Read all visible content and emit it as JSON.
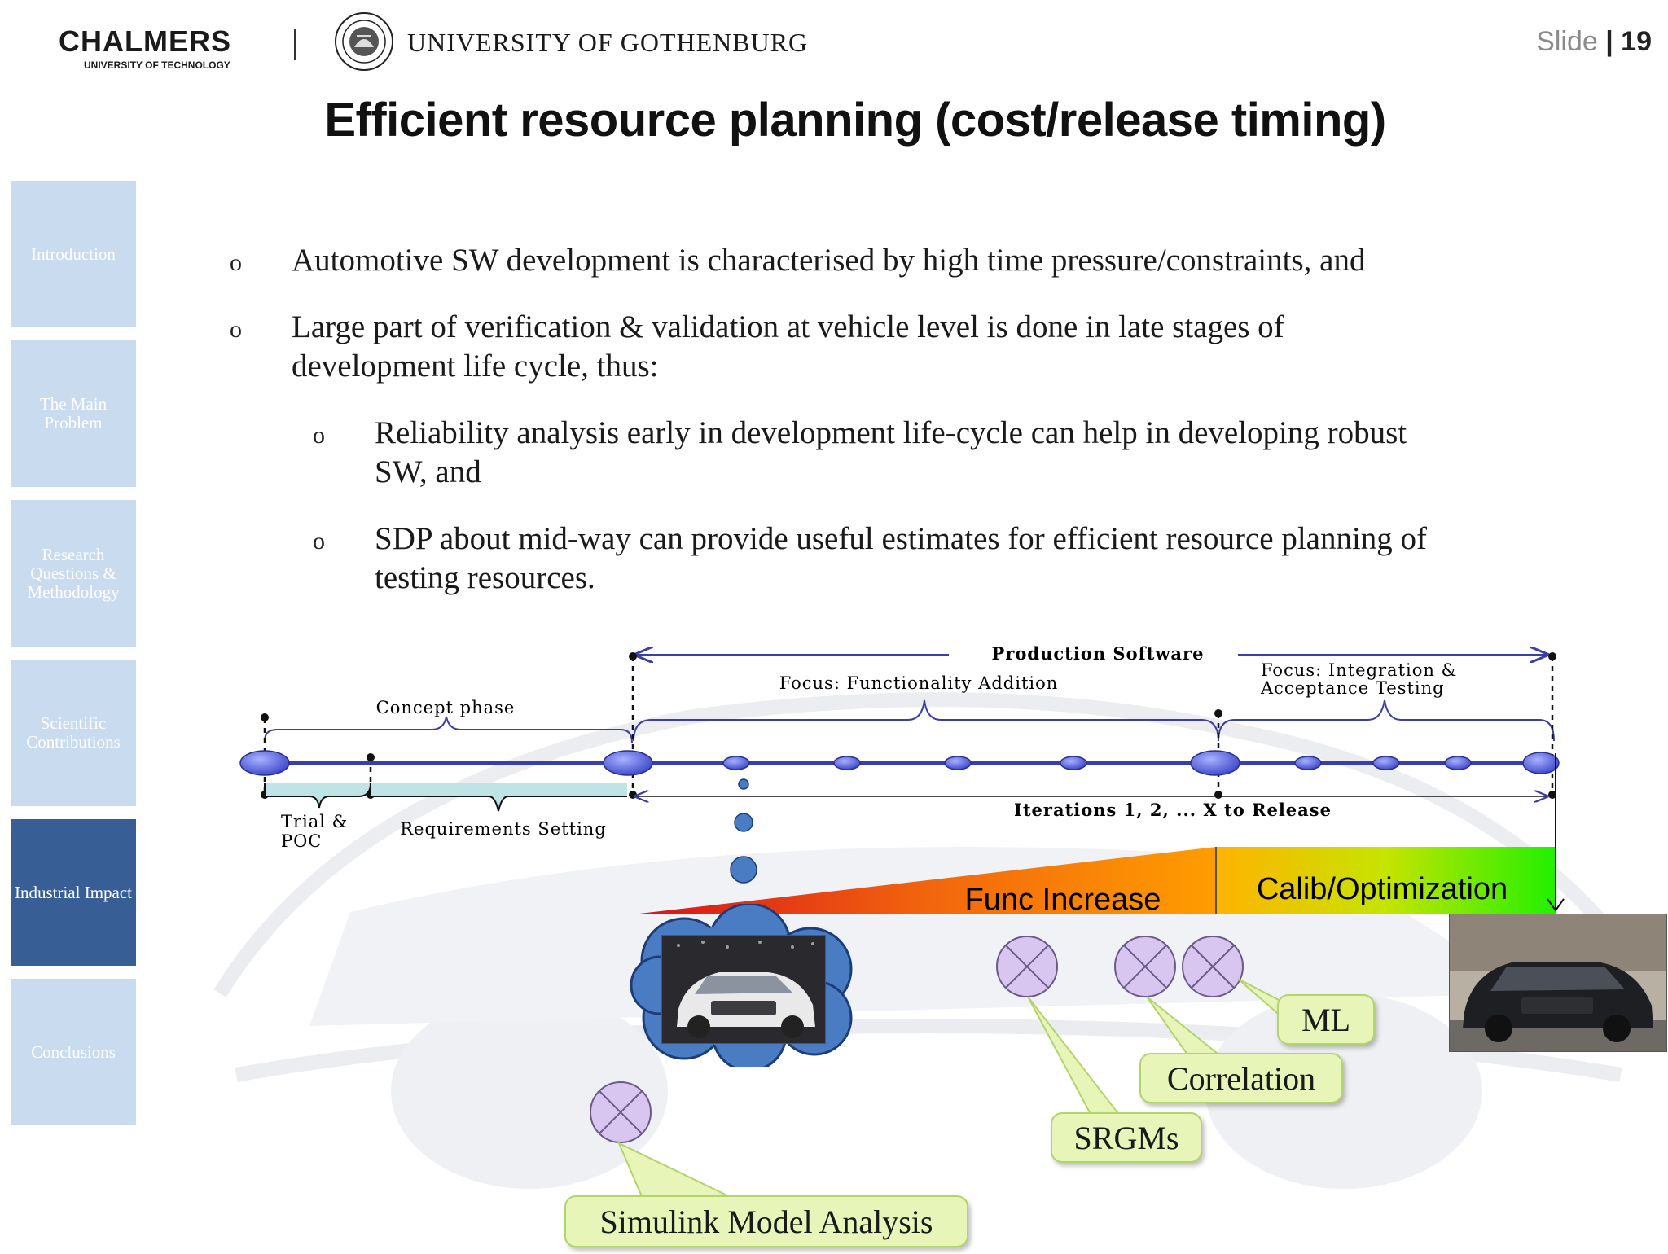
{
  "header": {
    "chalmers": "CHALMERS",
    "chalmers_sub": "UNIVERSITY OF TECHNOLOGY",
    "university": "UNIVERSITY OF GOTHENBURG",
    "slide_label": "Slide",
    "slide_sep": " | ",
    "slide_number": "19"
  },
  "title": "Efficient resource planning (cost/release timing)",
  "sidebar": {
    "items": [
      {
        "label": "Introduction",
        "active": false
      },
      {
        "label": "The Main Problem",
        "active": false
      },
      {
        "label": "Research Questions & Methodology",
        "active": false
      },
      {
        "label": "Scientific Contributions",
        "active": false
      },
      {
        "label": "Industrial Impact",
        "active": true
      },
      {
        "label": "Conclusions",
        "active": false
      }
    ]
  },
  "bullets": {
    "mark": "o",
    "b1": "Automotive SW development is characterised by high time pressure/constraints, and",
    "b2_line1": "Large part of verification & validation at vehicle level is done in late stages of",
    "b2_line2": "development life cycle, thus:",
    "s1_line1": "Reliability analysis early in development life-cycle can help in developing robust",
    "s1_line2": "SW, and",
    "s2_line1": "SDP about mid-way can provide useful estimates for efficient resource planning of",
    "s2_line2": "testing resources."
  },
  "diagram": {
    "production_software": "Production Software",
    "focus_functionality": "Focus: Functionality Addition",
    "focus_integration_1": "Focus: Integration &",
    "focus_integration_2": "Acceptance Testing",
    "concept_phase": "Concept phase",
    "trial_1": "Trial &",
    "trial_2": "POC",
    "requirements": "Requirements Setting",
    "iterations": "Iterations 1, 2, ... X to Release",
    "func_increase": "Func Increase",
    "calib": "Calib/Optimization",
    "callouts": {
      "ml": "ML",
      "correlation": "Correlation",
      "srgms": "SRGMs",
      "simulink": "Simulink Model Analysis"
    }
  },
  "colors": {
    "nav_inactive": "#c9dbef",
    "nav_active": "#375f96",
    "timeline": "#3a3fa8",
    "callout_fill": "#e7f5b9",
    "callout_border": "#b3d36c",
    "cloud": "#4a7cc4"
  }
}
